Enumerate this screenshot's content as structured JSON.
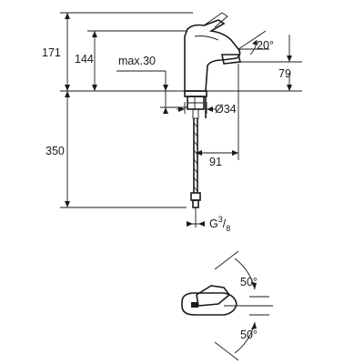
{
  "dimensions": {
    "overall_height": "171",
    "spout_height": "144",
    "max_thickness": "max.30",
    "angle_spout": "20°",
    "spout_offset": "79",
    "base_diameter": "Ø34",
    "hose_length": "350",
    "hose_offset": "91",
    "thread_prefix": "G",
    "thread_num": "3",
    "thread_den": "8",
    "lever_angle_up": "50°",
    "lever_angle_down": "50°"
  }
}
